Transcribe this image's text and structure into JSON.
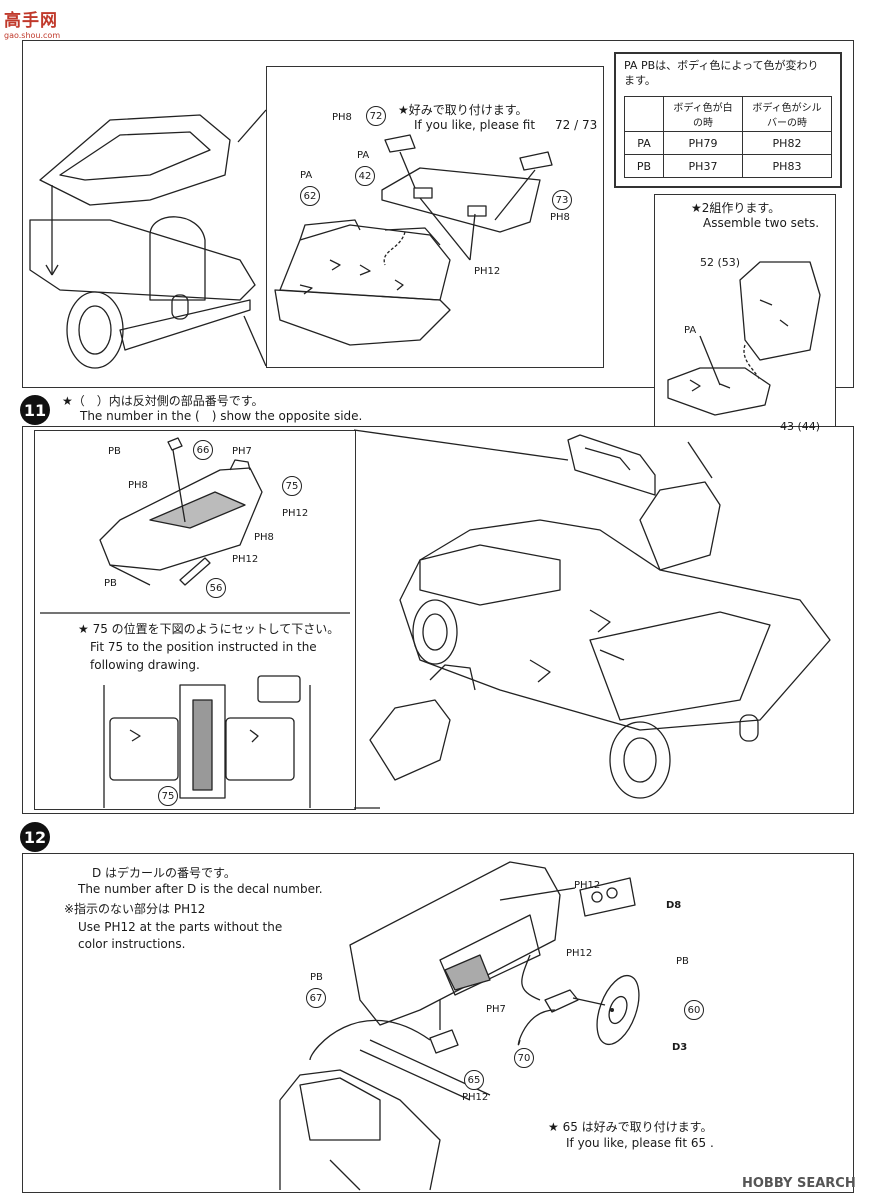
{
  "logo": {
    "text": "高手网",
    "sub": "gao.shou.com"
  },
  "watermark": "HOBBY SEARCH",
  "section10": {
    "callout_note_jp": "★好みで取り付けます。",
    "callout_note_en": "If you like, please fit",
    "callout_parts": "72 / 73",
    "color_table": {
      "header": "PA PBは、ボディ色によって色が変わります。",
      "col1": "ボディ色が白の時",
      "col2": "ボディ色がシルバーの時",
      "rows": [
        {
          "label": "PA",
          "c1": "PH79",
          "c2": "PH82"
        },
        {
          "label": "PB",
          "c1": "PH37",
          "c2": "PH83"
        }
      ]
    },
    "seat_note_jp": "★2組作ります。",
    "seat_note_en": "Assemble two sets.",
    "labels": {
      "ph8_72": "PH8",
      "p72": "72",
      "pa_top": "PA",
      "p42": "42",
      "pa_62": "PA",
      "p62": "62",
      "p73": "73",
      "ph8_73": "PH8",
      "ph12": "PH12",
      "p52": "52 (53)",
      "pa_seat": "PA",
      "p43": "43 (44)"
    }
  },
  "section11": {
    "number": "11",
    "note_jp": "★（　）内は反対側の部品番号です。",
    "note_en": "The number in the (　) show the opposite side.",
    "labels": {
      "pb_top": "PB",
      "p66": "66",
      "ph7": "PH7",
      "ph8_a": "PH8",
      "p75": "75",
      "ph12_a": "PH12",
      "ph8_b": "PH8",
      "ph12_b": "PH12",
      "pb_bot": "PB",
      "p56": "56"
    },
    "fit_jp": "★ 75 の位置を下図のようにセットして下さい。",
    "fit_en1": "Fit 75 to the position instructed in the",
    "fit_en2": "following drawing.",
    "p75_bottom": "75"
  },
  "section12": {
    "number": "12",
    "decal_jp": "D はデカールの番号です。",
    "decal_en": "The number after D is the decal number.",
    "nocolor_jp": "※指示のない部分は PH12",
    "nocolor_en1": "Use PH12 at the parts without the",
    "nocolor_en2": "color instructions.",
    "labels": {
      "ph12_top": "PH12",
      "d8": "D8",
      "pb_left": "PB",
      "p67": "67",
      "ph7": "PH7",
      "ph12_mid": "PH12",
      "pb_right": "PB",
      "p60": "60",
      "d3": "D3",
      "p70": "70",
      "p65": "65",
      "ph12_bot": "PH12"
    },
    "fit_jp": "★ 65 は好みで取り付けます。",
    "fit_en": "If you like, please fit 65 ."
  }
}
